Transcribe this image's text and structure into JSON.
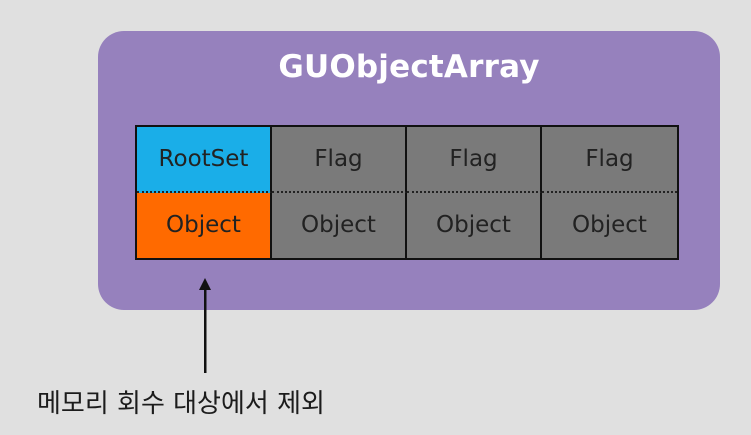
{
  "diagram": {
    "title": "GUObjectArray",
    "cells": {
      "top": [
        "RootSet",
        "Flag",
        "Flag",
        "Flag"
      ],
      "bottom": [
        "Object",
        "Object",
        "Object",
        "Object"
      ]
    },
    "caption": "메모리 회수 대상에서 제외",
    "colors": {
      "background": "#e0e0e0",
      "container": "#9681bd",
      "rootset": "#1aaee8",
      "object_highlight": "#ff6a00",
      "cell": "#7a7a7a"
    }
  }
}
